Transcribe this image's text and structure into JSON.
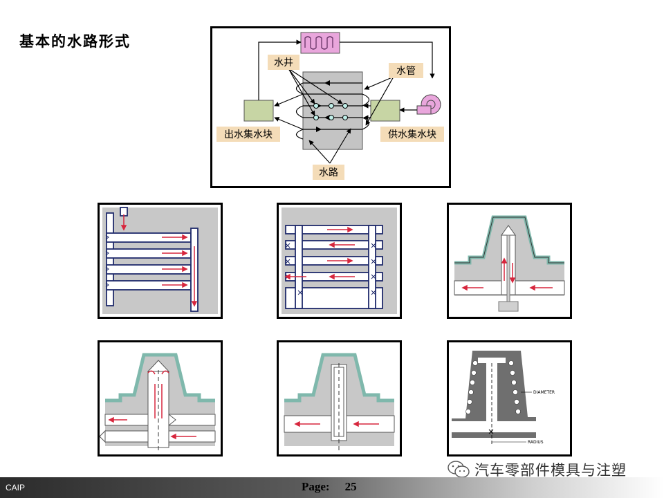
{
  "title": "基本的水路形式",
  "top_diagram": {
    "labels": {
      "well": "水井",
      "pipe": "水管",
      "outlet_block": "出水集水块",
      "inlet_block": "供水集水块",
      "channel": "水路"
    }
  },
  "panel7": {
    "diameter_label": "DIAMETER",
    "radius_label": "RADIUS"
  },
  "footer": {
    "brand": "CAIP",
    "page_label": "Page:",
    "page_number": "25"
  },
  "watermark": "汽车零部件模具与注塑",
  "colors": {
    "gray": "#c8c8c8",
    "teal": "#7fb8ac",
    "navy": "#1f2a6b",
    "red": "#d7263d",
    "label_bg": "#f4dcb8",
    "block_green": "#c7d5a4",
    "heater_pink": "#e9a6dc"
  }
}
